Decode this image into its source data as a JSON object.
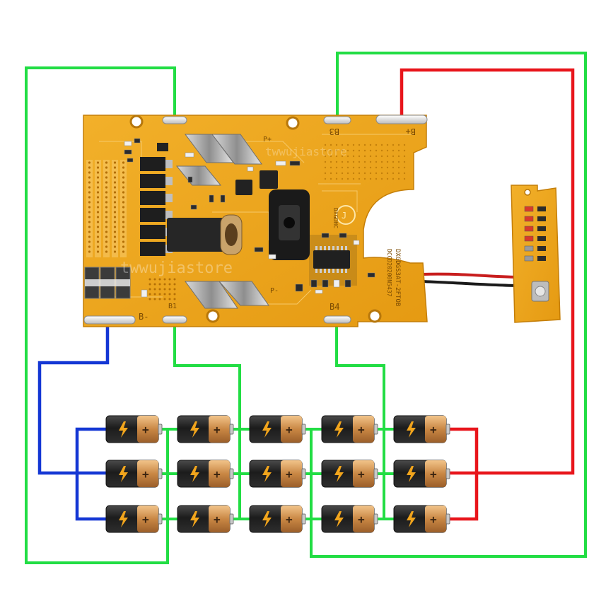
{
  "board": {
    "labels": {
      "b3": "B3",
      "b_plus": "B+",
      "b4": "B4",
      "b_minus": "B-",
      "b1": "B1",
      "p_plus": "P+",
      "p_minus": "P-",
      "model": "DXGDGS3AT-2FTOB",
      "serial": "DCCD20200N5437",
      "brand": "DXGDHC",
      "watermark": "twwujiastore"
    }
  },
  "battery_pack": {
    "rows": 3,
    "columns": 5,
    "cell_icon": "lightning-bolt-icon",
    "terminal_symbol": "+"
  },
  "switch_board": {
    "button_icon": "push-button-icon"
  },
  "wire_colors": {
    "balance": "#22dd44",
    "positive": "#e8151b",
    "negative": "#1437d4",
    "signal_red": "#c81e1e",
    "signal_black": "#1a1a1a"
  }
}
